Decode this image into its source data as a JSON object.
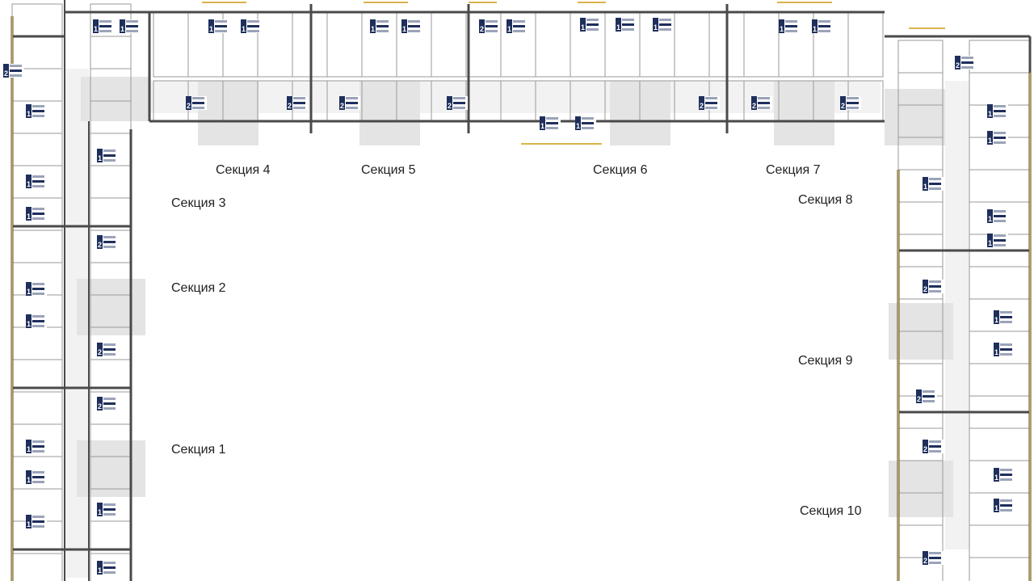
{
  "colors": {
    "wall": "#4a4a4a",
    "thin": "#9a9a9a",
    "balcony": "#d9b44a",
    "core": "#e4e4e4",
    "badge": "#1f2f5c"
  },
  "sections": [
    {
      "id": "s1",
      "label": "Секция 1"
    },
    {
      "id": "s2",
      "label": "Секция 2"
    },
    {
      "id": "s3",
      "label": "Секция 3"
    },
    {
      "id": "s4",
      "label": "Секция 4"
    },
    {
      "id": "s5",
      "label": "Секция 5"
    },
    {
      "id": "s6",
      "label": "Секция 6"
    },
    {
      "id": "s7",
      "label": "Секция 7"
    },
    {
      "id": "s8",
      "label": "Секция 8"
    },
    {
      "id": "s9",
      "label": "Секция 9"
    },
    {
      "id": "s10",
      "label": "Секция 10"
    }
  ],
  "apartments": [
    1,
    1,
    1,
    1,
    1,
    1,
    2,
    1,
    1,
    1,
    1,
    1,
    1,
    2,
    1,
    2,
    2,
    2,
    2,
    1,
    1,
    2,
    2,
    2,
    2,
    1,
    1,
    1,
    1,
    2,
    1,
    1,
    2,
    2,
    1,
    1,
    1,
    1,
    1,
    1,
    1,
    1,
    1,
    2,
    1,
    1,
    2,
    2,
    1,
    1,
    2
  ]
}
